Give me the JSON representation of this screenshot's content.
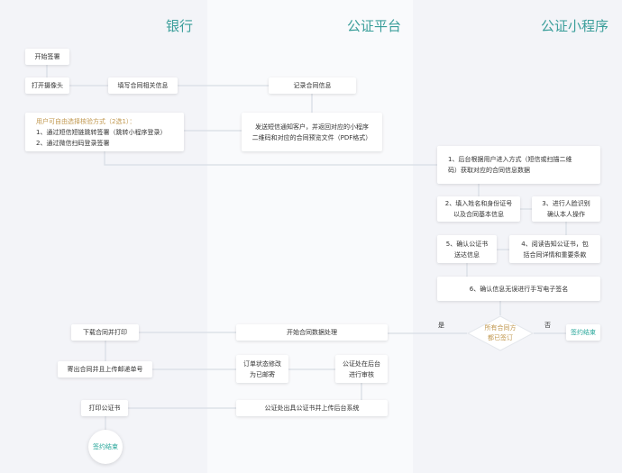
{
  "columns": {
    "bank": "银行",
    "platform": "公证平台",
    "miniprogram": "公证小程序"
  },
  "nodes": {
    "start": "开始签署",
    "camera": "打开摄像头",
    "fill": "填写合同相关信息",
    "record": "记录合同信息",
    "choice_title": "用户可自由选择核验方式（2选1）：",
    "choice_1": "1、通过短信短链跳转签署（跳转小程序登录）",
    "choice_2": "2、通过微信扫码登录签署",
    "sms_1": "发送短信通知客户，并返回对应的小程序",
    "sms_2": "二维码和对应的合同预览文件（PDF格式）",
    "step1_a": "1、后台根据用户进入方式（短信或扫描二维",
    "step1_b": "码）获取对应的合同信息数据",
    "step2_a": "2、填入姓名和身份证号",
    "step2_b": "以及合同基本信息",
    "step3_a": "3、进行人脸识别",
    "step3_b": "确认本人操作",
    "step5_a": "5、确认公证书",
    "step5_b": "送达信息",
    "step4_a": "4、阅读告知公证书，包",
    "step4_b": "括合同详情和重要条款",
    "step6": "6、确认信息无误进行手写电子签名",
    "decision_a": "所有合同方",
    "decision_b": "都已签订",
    "yes": "是",
    "no": "否",
    "end_right": "签约结束",
    "download": "下载合同并打印",
    "process": "开始合同数据处理",
    "mail": "寄出合同并且上传邮递单号",
    "status_a": "订单状态修改",
    "status_b": "为已邮寄",
    "review_a": "公证处在后台",
    "review_b": "进行审核",
    "print": "打印公证书",
    "issue": "公证处出具公证书并上传后台系统",
    "end_bottom": "签约结束"
  }
}
